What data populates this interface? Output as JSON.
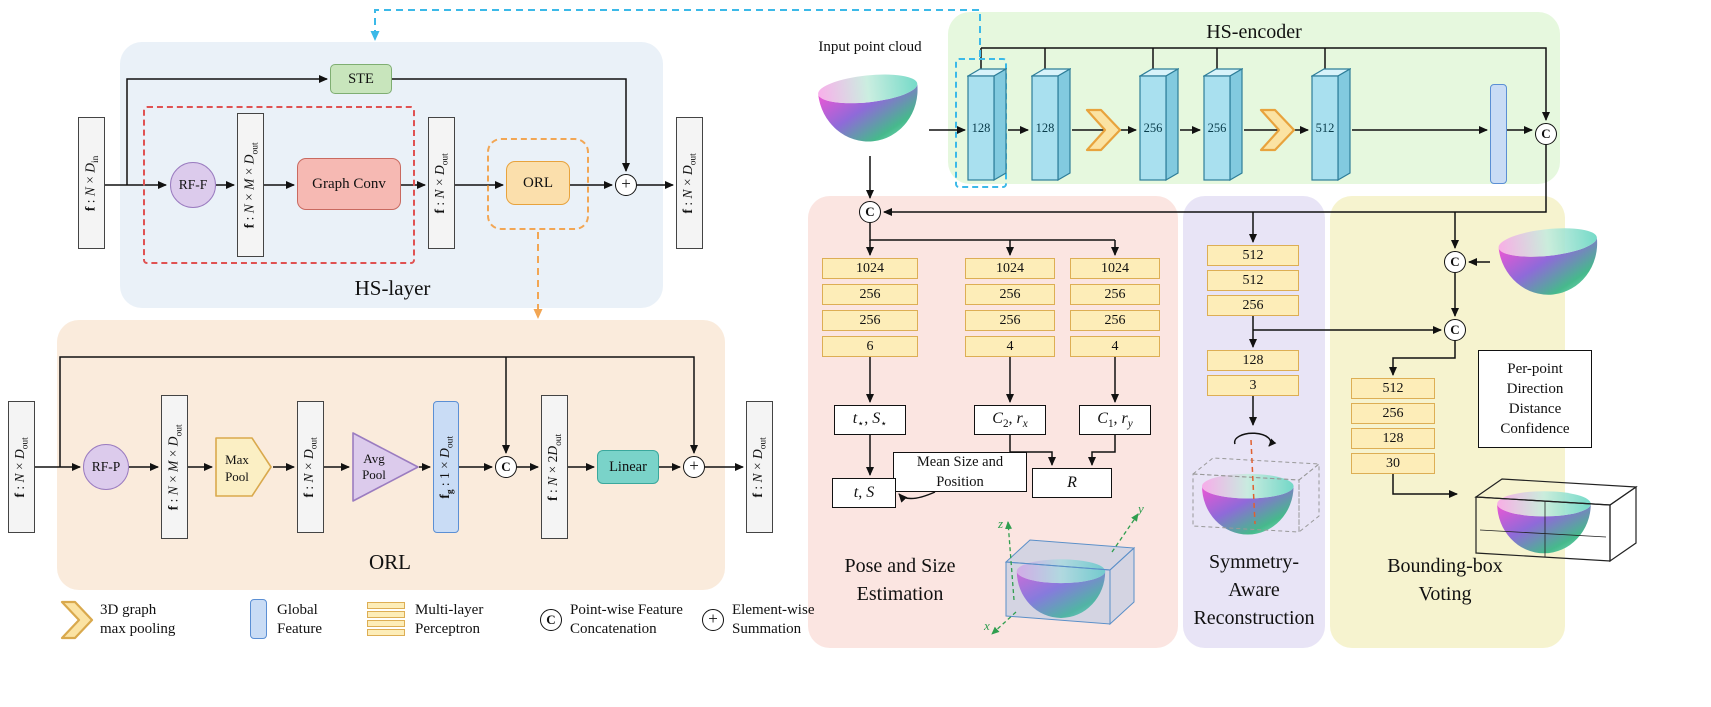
{
  "symbols": {
    "concat": "C",
    "sum": "+"
  },
  "labels": {
    "f_N_Din": [
      {
        "t": "f",
        "b": 1
      },
      {
        "t": " : "
      },
      {
        "t": "N",
        "i": 1
      },
      {
        "t": " × "
      },
      {
        "t": "D",
        "i": 1
      },
      {
        "t": "in",
        "sub": 1
      }
    ],
    "f_N_M_Dout": [
      {
        "t": "f",
        "b": 1
      },
      {
        "t": " : "
      },
      {
        "t": "N",
        "i": 1
      },
      {
        "t": " × "
      },
      {
        "t": "M",
        "i": 1
      },
      {
        "t": " × "
      },
      {
        "t": "D",
        "i": 1
      },
      {
        "t": "out",
        "sub": 1
      }
    ],
    "f_N_Dout": [
      {
        "t": "f",
        "b": 1
      },
      {
        "t": " : "
      },
      {
        "t": "N",
        "i": 1
      },
      {
        "t": " × "
      },
      {
        "t": "D",
        "i": 1
      },
      {
        "t": "out",
        "sub": 1
      }
    ],
    "fg_1_Dout": [
      {
        "t": "f",
        "b": 1
      },
      {
        "t": "g",
        "sub": 1,
        "b": 1
      },
      {
        "t": " : 1 × "
      },
      {
        "t": "D",
        "i": 1
      },
      {
        "t": "out",
        "sub": 1
      }
    ],
    "f_N_2Dout": [
      {
        "t": "f",
        "b": 1
      },
      {
        "t": " : "
      },
      {
        "t": "N",
        "i": 1
      },
      {
        "t": " × 2"
      },
      {
        "t": "D",
        "i": 1
      },
      {
        "t": "out",
        "sub": 1
      }
    ]
  },
  "hs_layer": {
    "title": "HS-layer",
    "ste": "STE",
    "rf_f": "RF-F",
    "graph_conv": "Graph Conv",
    "orl": "ORL"
  },
  "orl": {
    "title": "ORL",
    "rf_p": "RF-P",
    "max_pool": [
      "Max",
      "Pool"
    ],
    "avg_pool": [
      "Avg",
      "Pool"
    ],
    "linear": "Linear"
  },
  "legend": {
    "items": [
      {
        "icon": "3d-graph-max-pooling",
        "label_lines": [
          "3D graph",
          "max pooling"
        ]
      },
      {
        "icon": "global-feature",
        "label_lines": [
          "Global",
          "Feature"
        ]
      },
      {
        "icon": "multi-layer-perceptron",
        "label_lines": [
          "Multi-layer",
          "Perceptron"
        ]
      },
      {
        "icon": "point-wise-concatenation",
        "label_lines": [
          "Point-wise Feature",
          "Concatenation"
        ]
      },
      {
        "icon": "element-wise-summation",
        "label_lines": [
          "Element-wise",
          "Summation"
        ]
      }
    ]
  },
  "hs_encoder": {
    "title": "HS-encoder",
    "input_label": "Input point cloud",
    "blocks": [
      "128",
      "128",
      "256",
      "256",
      "512"
    ]
  },
  "pose": {
    "title_lines": [
      "Pose and Size",
      "Estimation"
    ],
    "columns": [
      {
        "values": [
          "1024",
          "256",
          "256",
          "6"
        ]
      },
      {
        "values": [
          "1024",
          "256",
          "256",
          "4"
        ]
      },
      {
        "values": [
          "1024",
          "256",
          "256",
          "4"
        ]
      }
    ],
    "mean_box_lines": [
      "Mean Size and",
      "Position"
    ],
    "axes": {
      "x": "x",
      "y": "y",
      "z": "z"
    }
  },
  "symmetry": {
    "title_lines": [
      "Symmetry-",
      "Aware",
      "Reconstruction"
    ],
    "mlp_top": [
      "512",
      "512",
      "256"
    ],
    "mlp_bottom": [
      "128",
      "3"
    ]
  },
  "voting": {
    "title_lines": [
      "Bounding-box",
      "Voting"
    ],
    "mlp": [
      "512",
      "256",
      "128",
      "30"
    ],
    "perpoint_lines": [
      "Per-point",
      "Direction",
      "Distance",
      "Confidence"
    ]
  },
  "math": {
    "t_star_S_star": [
      {
        "t": "t",
        "i": 1
      },
      {
        "t": "⋆",
        "sub": 1
      },
      {
        "t": ", "
      },
      {
        "t": "S",
        "i": 1
      },
      {
        "t": "⋆",
        "sub": 1
      }
    ],
    "C2_rx": [
      {
        "t": "C",
        "i": 1
      },
      {
        "t": "2",
        "sub": 1
      },
      {
        "t": ", "
      },
      {
        "t": "r",
        "i": 1
      },
      {
        "t": "x",
        "sub": 1,
        "i": 1
      }
    ],
    "C1_ry": [
      {
        "t": "C",
        "i": 1
      },
      {
        "t": "1",
        "sub": 1
      },
      {
        "t": ", "
      },
      {
        "t": "r",
        "i": 1
      },
      {
        "t": "y",
        "sub": 1,
        "i": 1
      }
    ],
    "t_S": [
      {
        "t": "t",
        "i": 1
      },
      {
        "t": ", "
      },
      {
        "t": "S",
        "i": 1
      }
    ],
    "R": [
      {
        "t": "R",
        "i": 1
      }
    ]
  }
}
